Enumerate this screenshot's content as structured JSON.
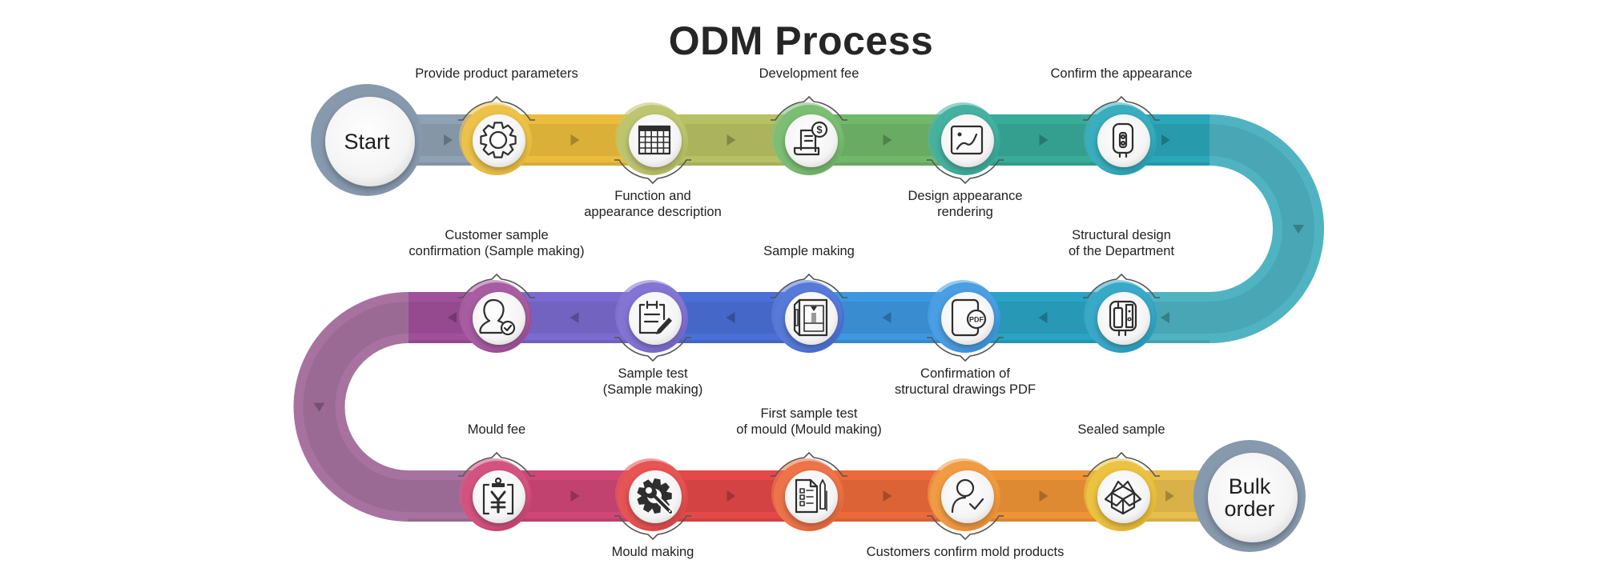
{
  "title": "ODM Process",
  "start_label": "Start",
  "end_label": "Bulk\norder",
  "colors": {
    "endpoint": "#8799ad",
    "seg_start": "#8fa2b3",
    "turn_right": "#4fb3c2",
    "turn_left": "#a7729f",
    "seg_end": "#e8bf4d"
  },
  "steps": [
    {
      "label": "Provide product parameters",
      "icon": "gear-icon",
      "color": "#ecbd3c",
      "label_pos": "above"
    },
    {
      "label": "Function and\nappearance description",
      "icon": "table-grid-icon",
      "color": "#b8c064",
      "label_pos": "below"
    },
    {
      "label": "Development fee",
      "icon": "invoice-dollar-icon",
      "color": "#72b86a",
      "label_pos": "above"
    },
    {
      "label": "Design appearance\nrendering",
      "icon": "image-curve-icon",
      "color": "#38ab99",
      "label_pos": "below"
    },
    {
      "label": "Confirm the appearance",
      "icon": "water-heater-icon",
      "color": "#2aa7b9",
      "label_pos": "above"
    },
    {
      "label": "Structural design\nof the Department",
      "icon": "heater-cutaway-icon",
      "color": "#2aa3c4",
      "label_pos": "above"
    },
    {
      "label": "Confirmation of\nstructural drawings PDF",
      "icon": "pdf-document-icon",
      "color": "#3d97e0",
      "label_pos": "below"
    },
    {
      "label": "Sample making",
      "icon": "3d-printer-icon",
      "color": "#4a6fd6",
      "label_pos": "above"
    },
    {
      "label": "Sample test\n(Sample making)",
      "icon": "clipboard-pen-icon",
      "color": "#7b6ad0",
      "label_pos": "below"
    },
    {
      "label": "Customer sample\nconfirmation (Sample making)",
      "icon": "user-check-icon",
      "color": "#a0509a",
      "label_pos": "above"
    },
    {
      "label": "Mould fee",
      "icon": "clipboard-yen-icon",
      "color": "#cf4677",
      "label_pos": "above"
    },
    {
      "label": "Mould making",
      "icon": "gear-wrench-icon",
      "color": "#e44848",
      "label_pos": "below"
    },
    {
      "label": "First sample test\nof mould (Mould making)",
      "icon": "checklist-pencil-icon",
      "color": "#ec6a3a",
      "label_pos": "above"
    },
    {
      "label": "Customers confirm mold products",
      "icon": "person-check-icon",
      "color": "#ef9436",
      "label_pos": "below"
    },
    {
      "label": "Sealed sample",
      "icon": "open-box-icon",
      "color": "#ebbd33",
      "label_pos": "above"
    }
  ]
}
